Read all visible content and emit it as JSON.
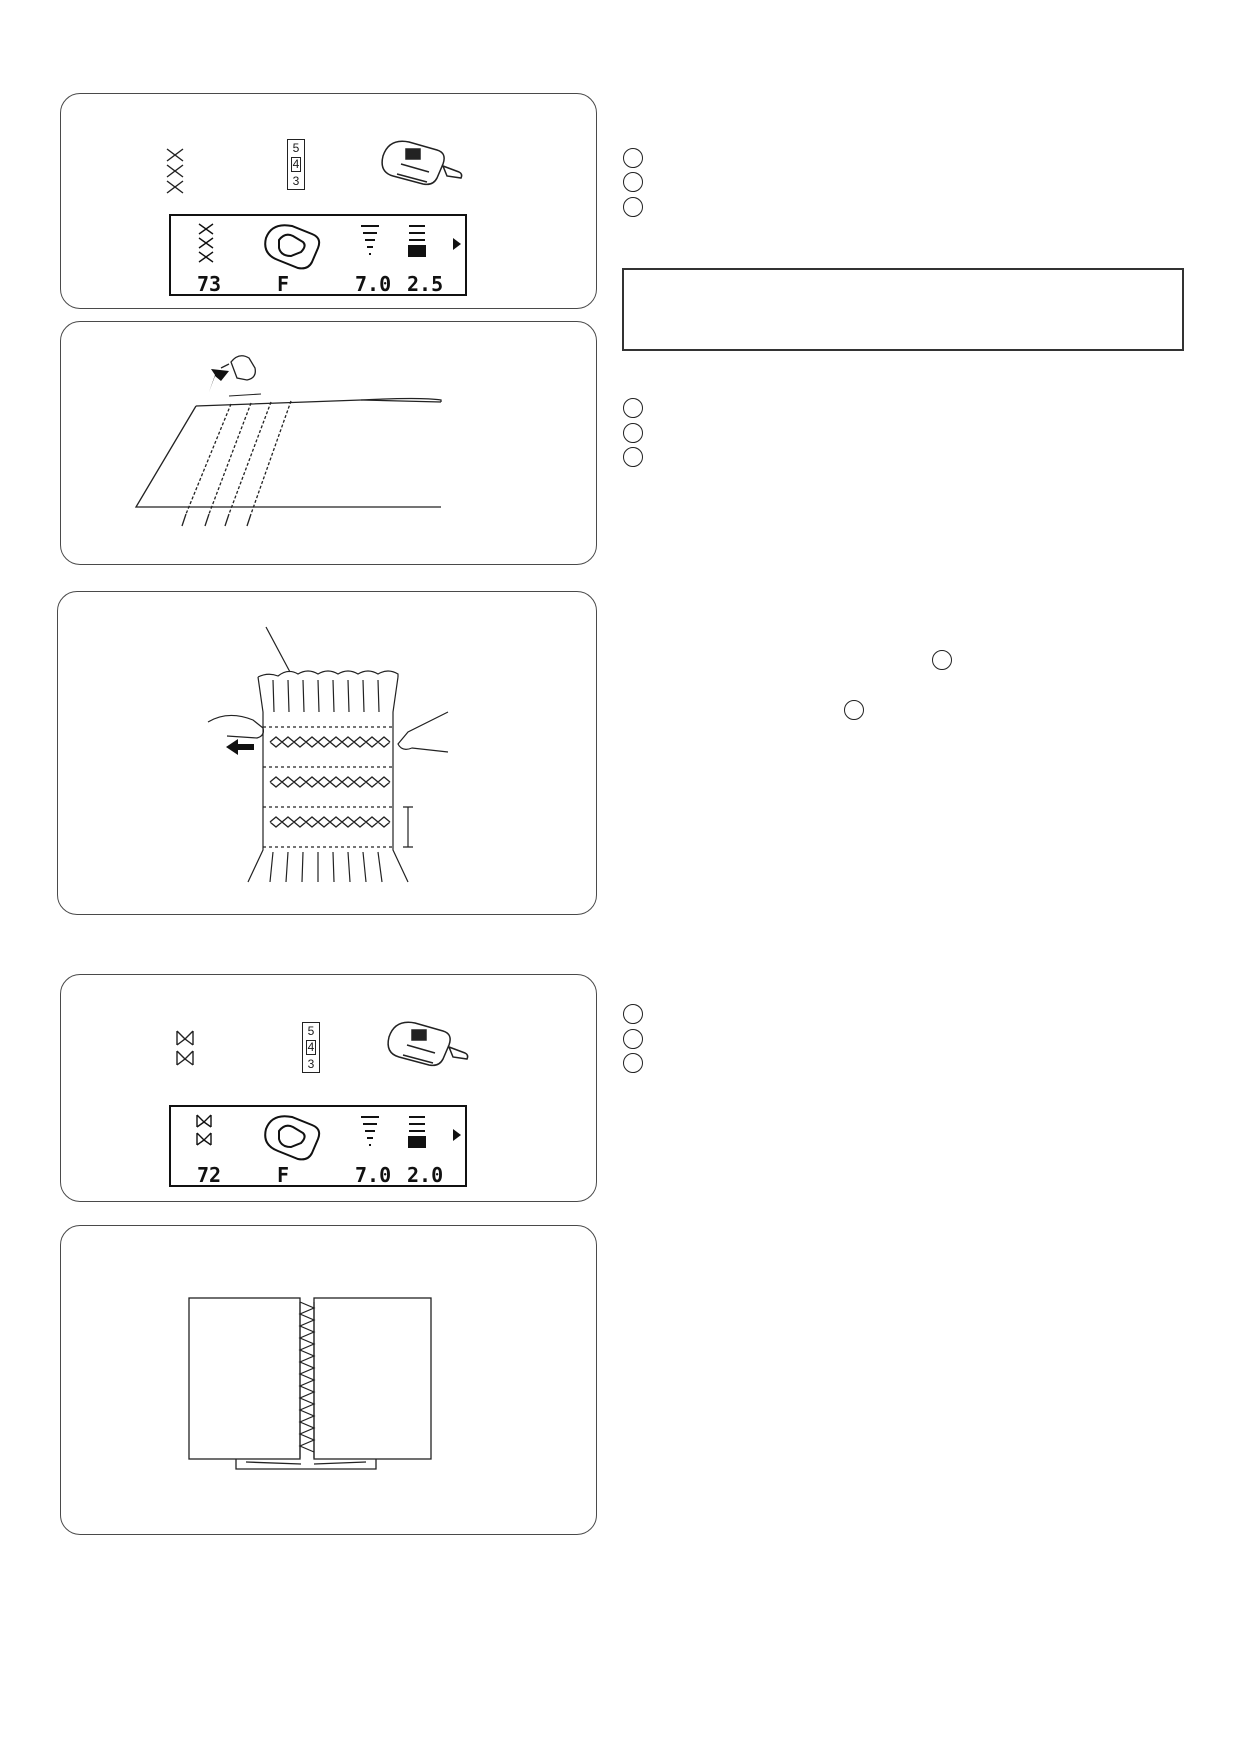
{
  "panel1": {
    "lcd": {
      "pattern": "73",
      "foot": "F",
      "width": "7.0",
      "length": "2.5"
    },
    "dial": {
      "top": "5",
      "mid": "4",
      "bottom": "3"
    }
  },
  "panel4": {
    "lcd": {
      "pattern": "72",
      "foot": "F",
      "width": "7.0",
      "length": "2.0"
    },
    "dial": {
      "top": "5",
      "mid": "4",
      "bottom": "3"
    }
  },
  "icons": [
    "cross-stitch-pattern-icon",
    "presser-foot-icon",
    "stitch-width-icon",
    "stitch-length-icon",
    "arrow-right-icon"
  ],
  "colors": {
    "line": "#222222",
    "panel_border": "#4a4a4a"
  }
}
